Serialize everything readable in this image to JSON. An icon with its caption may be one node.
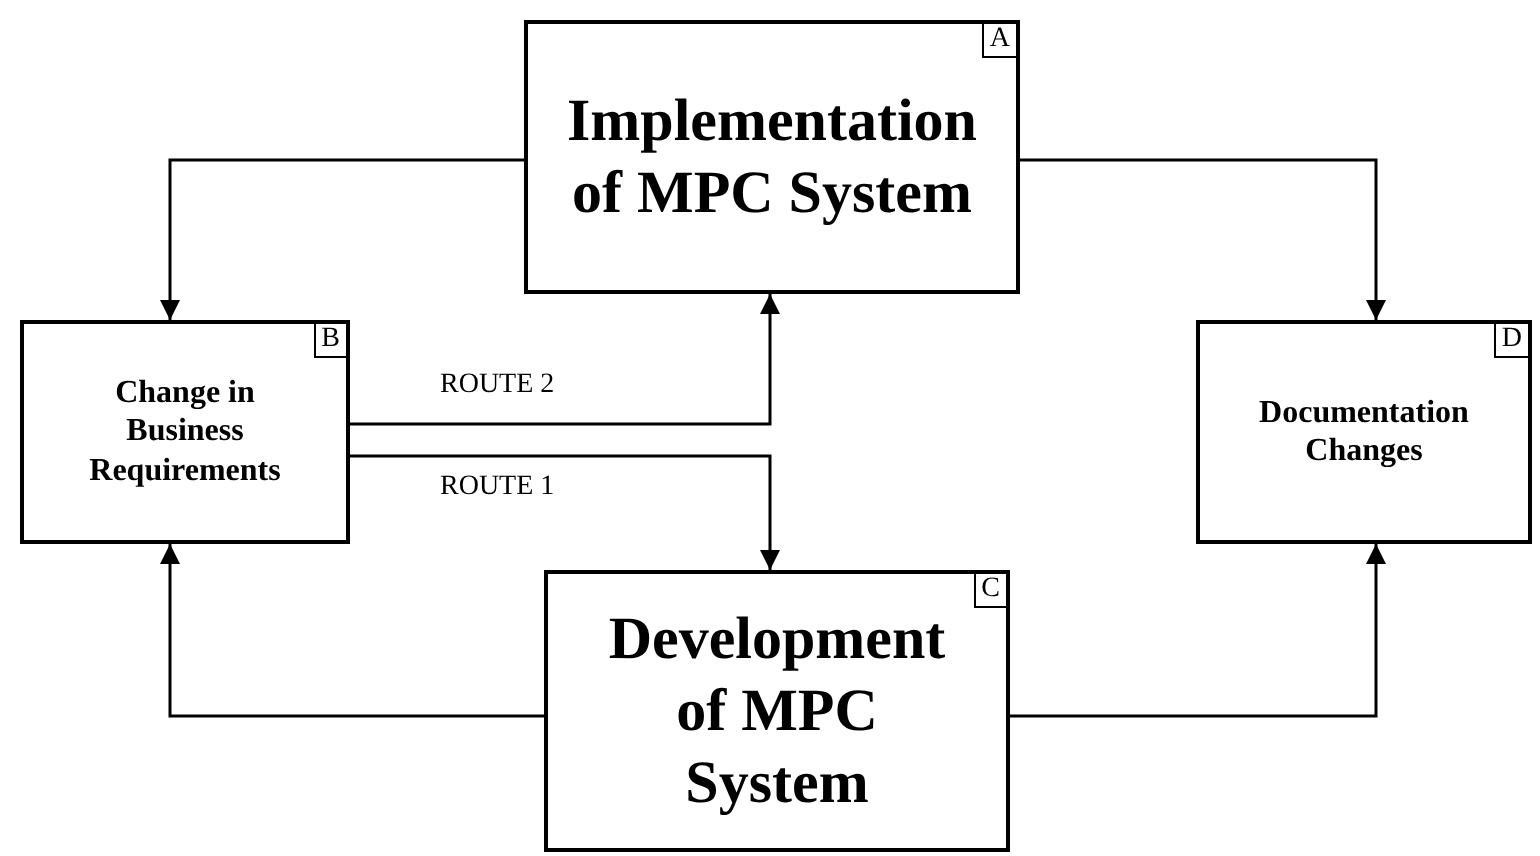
{
  "diagram": {
    "nodes": [
      {
        "text": [
          "Implementation of MPC System",
          "A"
        ]
      },
      {
        "text": [
          "Change in Business Requirements",
          "B"
        ]
      },
      {
        "text": [
          "Development of MPC System",
          "C"
        ]
      },
      {
        "text": [
          "Documentation Changes",
          "D"
        ]
      }
    ],
    "edges": [
      {
        "from": 0,
        "to": 1,
        "arrow": "to"
      },
      {
        "from": 0,
        "to": 3,
        "arrow": "to"
      },
      {
        "from": 2,
        "to": 1,
        "arrow": "to"
      },
      {
        "from": 2,
        "to": 3,
        "arrow": "to"
      },
      {
        "from": 1,
        "to": 0,
        "arrow": "to",
        "label": "ROUTE 2"
      },
      {
        "from": 1,
        "to": 2,
        "arrow": "to",
        "label": "ROUTE 1"
      }
    ]
  }
}
